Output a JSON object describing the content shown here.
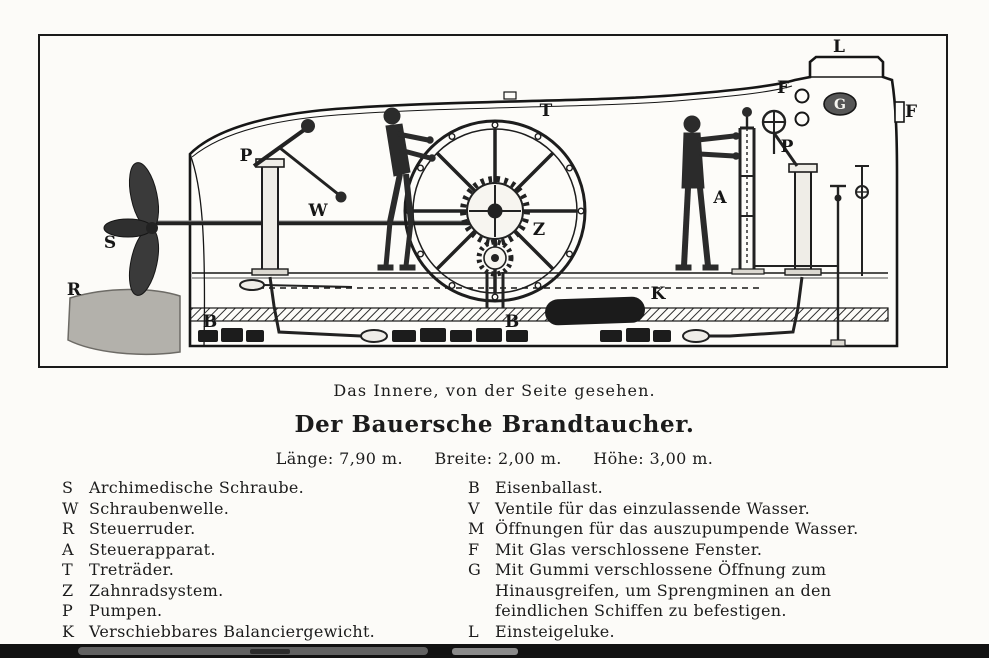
{
  "page": {
    "caption": "Das Innere, von der Seite gesehen.",
    "title": "Der Bauersche Brandtaucher.",
    "dimensions": {
      "length": "Länge: 7,90 m.",
      "beam": "Breite: 2,00 m.",
      "height": "Höhe: 3,00 m."
    }
  },
  "diagram": {
    "type": "engraving-cutaway-side-view",
    "subject": "Brandtaucher submarine interior",
    "labels": {
      "S": "S",
      "W": "W",
      "R": "R",
      "A": "A",
      "T": "T",
      "Z": "Z",
      "P": "P",
      "K": "K",
      "B": "B",
      "F": "F",
      "G": "G",
      "L": "L"
    }
  },
  "legend": {
    "left": [
      {
        "key": "S",
        "text": "Archimedische Schraube."
      },
      {
        "key": "W",
        "text": "Schraubenwelle."
      },
      {
        "key": "R",
        "text": "Steuerruder."
      },
      {
        "key": "A",
        "text": "Steuerapparat."
      },
      {
        "key": "T",
        "text": "Treträder."
      },
      {
        "key": "Z",
        "text": "Zahnradsystem."
      },
      {
        "key": "P",
        "text": "Pumpen."
      },
      {
        "key": "K",
        "text": "Verschiebbares Balanciergewicht."
      }
    ],
    "right": [
      {
        "key": "B",
        "text": "Eisenballast."
      },
      {
        "key": "V",
        "text": "Ventile für das einzulassende Wasser."
      },
      {
        "key": "M",
        "text": "Öffnungen für das auszupumpende Wasser."
      },
      {
        "key": "F",
        "text": "Mit Glas verschlossene Fenster."
      },
      {
        "key": "G",
        "text": "Mit Gummi verschlossene Öffnung zum Hinausgreifen, um Sprengminen an den feindlichen Schiffen zu befestigen."
      },
      {
        "key": "L",
        "text": "Einsteigeluke."
      }
    ]
  }
}
